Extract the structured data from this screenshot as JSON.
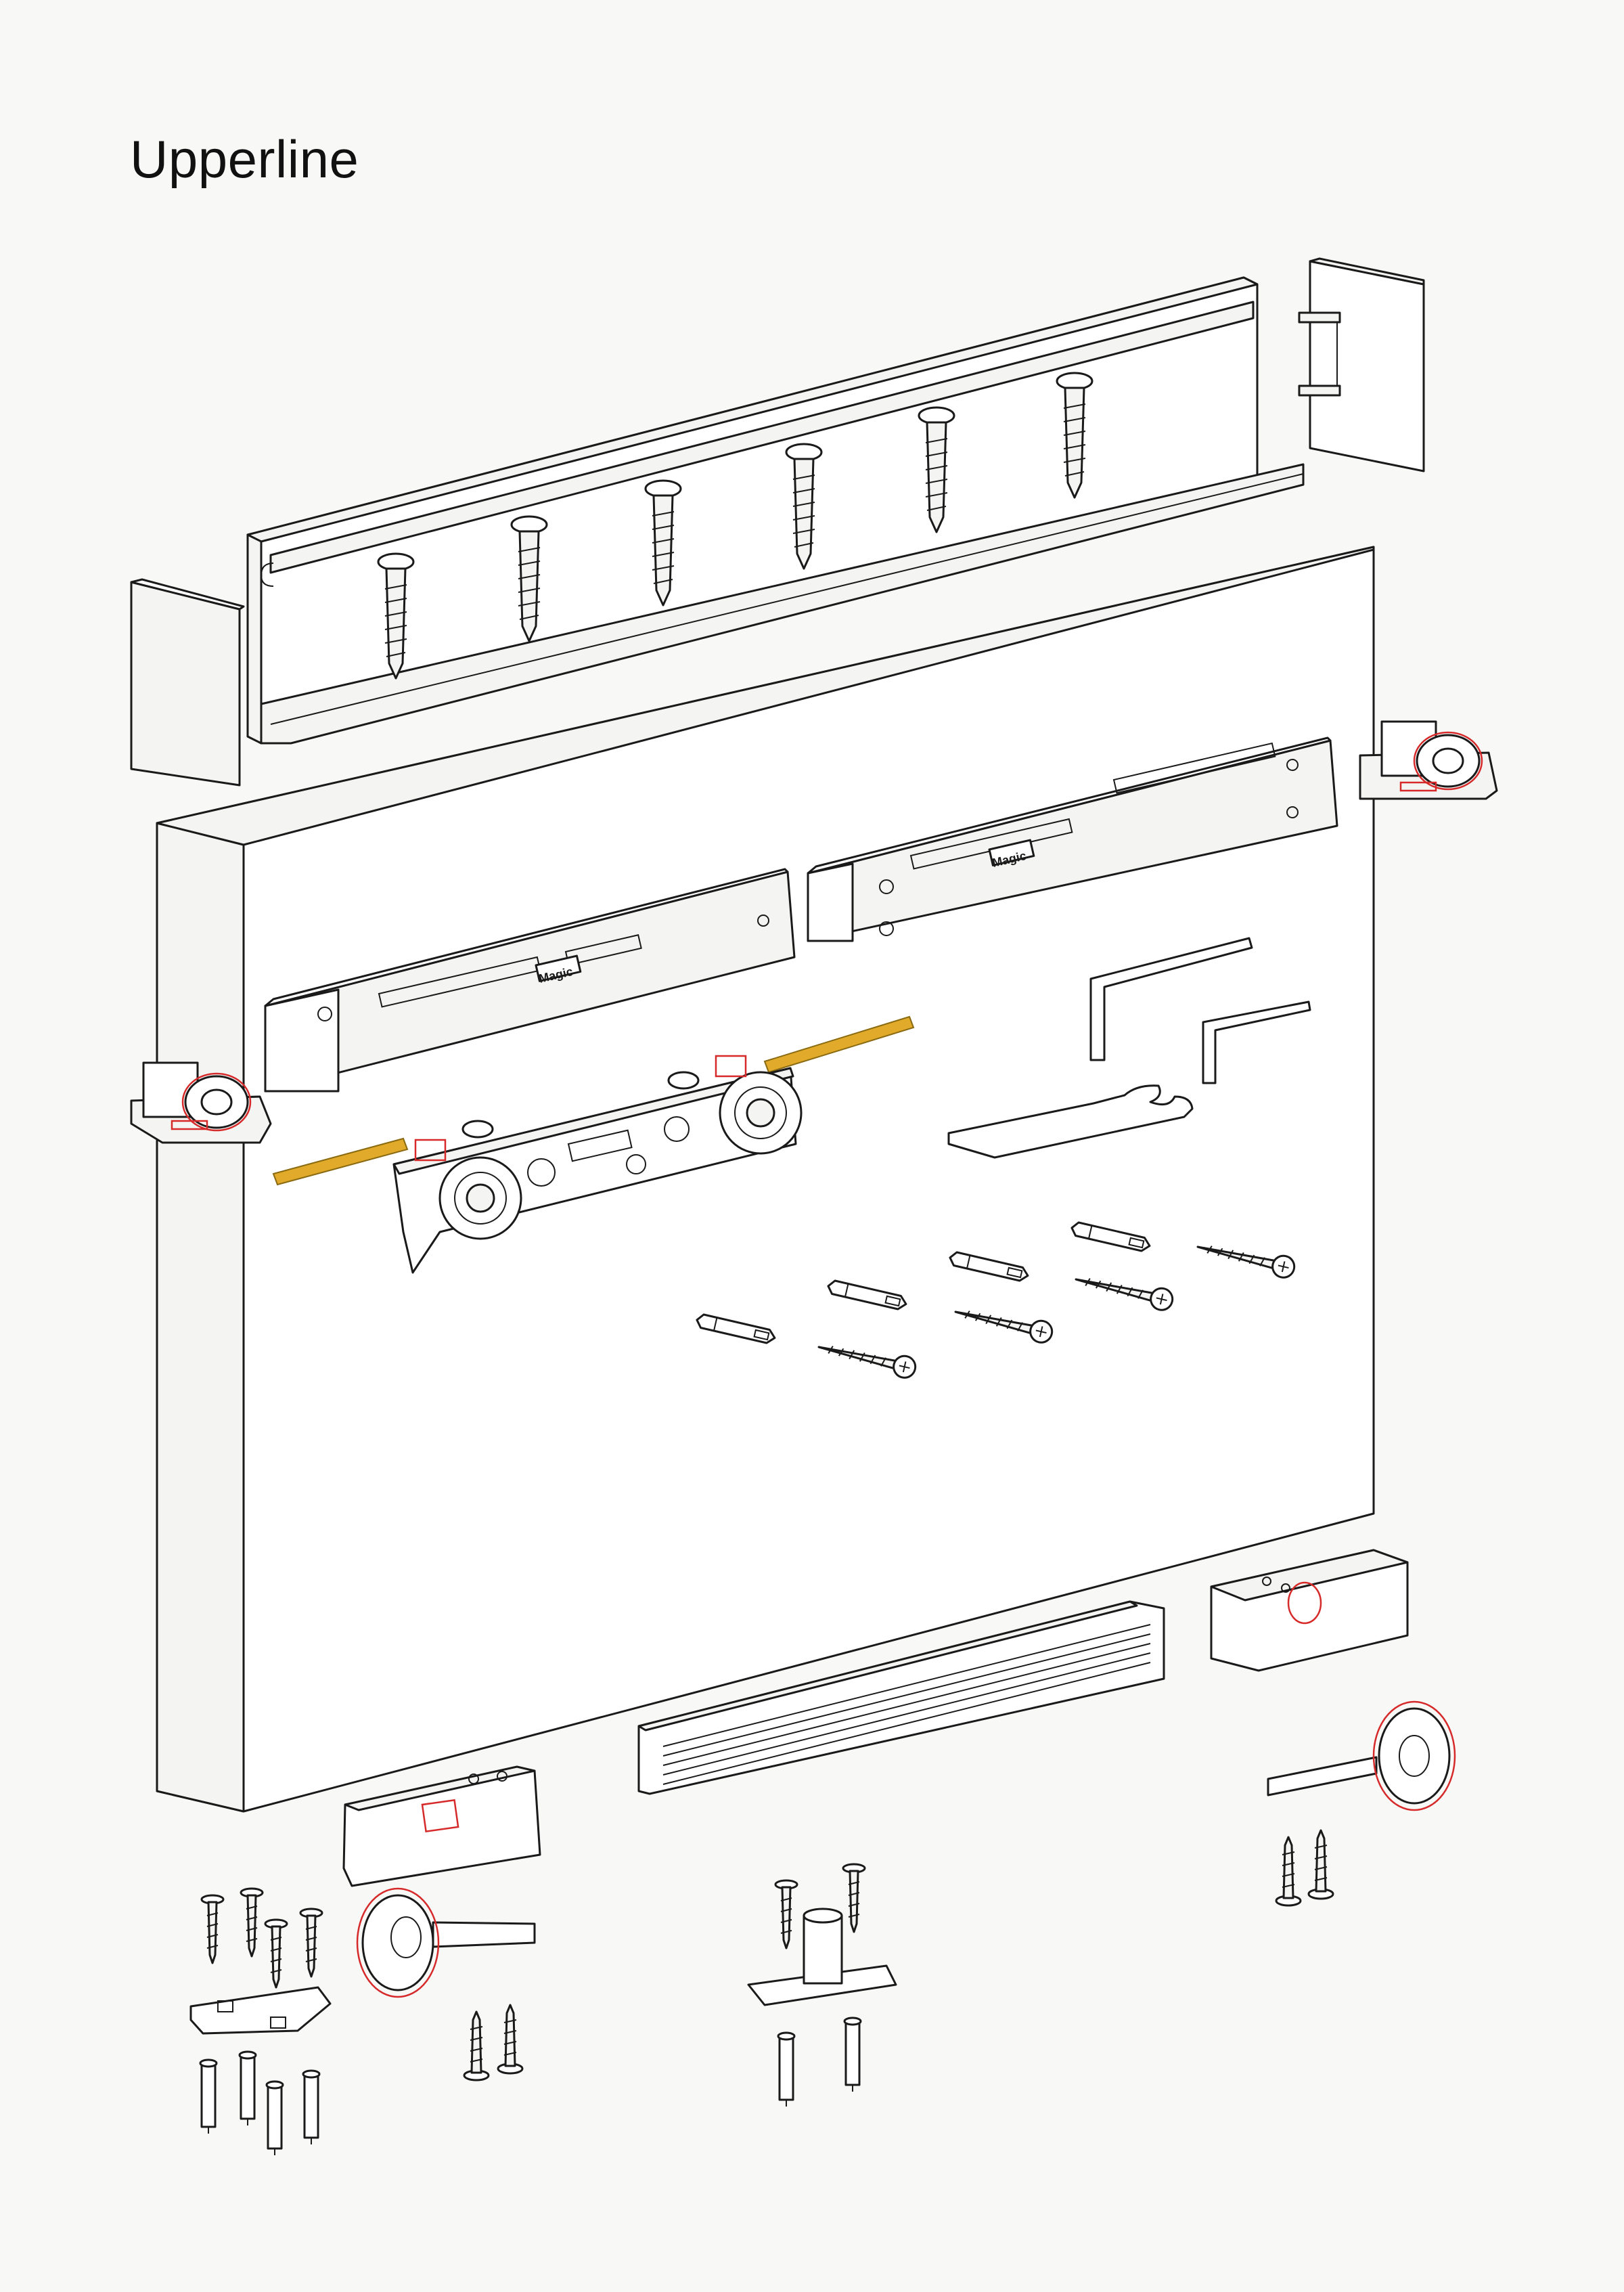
{
  "title": "Upperline",
  "logo_text": "Magic",
  "colors": {
    "outline": "#1a1a1a",
    "accent_red": "#d62a2a",
    "rod_gold": "#e1aa2a",
    "background": "#f8f8f7"
  },
  "parts": [
    "track-profile",
    "end-cap-left",
    "end-cap-right",
    "track-screws",
    "door-panel",
    "soft-close-damper-left",
    "soft-close-damper-right",
    "end-stop-left",
    "end-stop-right",
    "trolley-carriage",
    "connecting-rods",
    "hex-key-large",
    "hex-key-small",
    "spanner-wrench",
    "wall-plugs",
    "wood-screws",
    "floor-guide-channel",
    "floor-guide-housing-left",
    "floor-guide-housing-right",
    "floor-roller-left",
    "floor-roller-right",
    "floor-guide-pin",
    "mounting-plate",
    "small-screws",
    "small-wall-plugs"
  ]
}
